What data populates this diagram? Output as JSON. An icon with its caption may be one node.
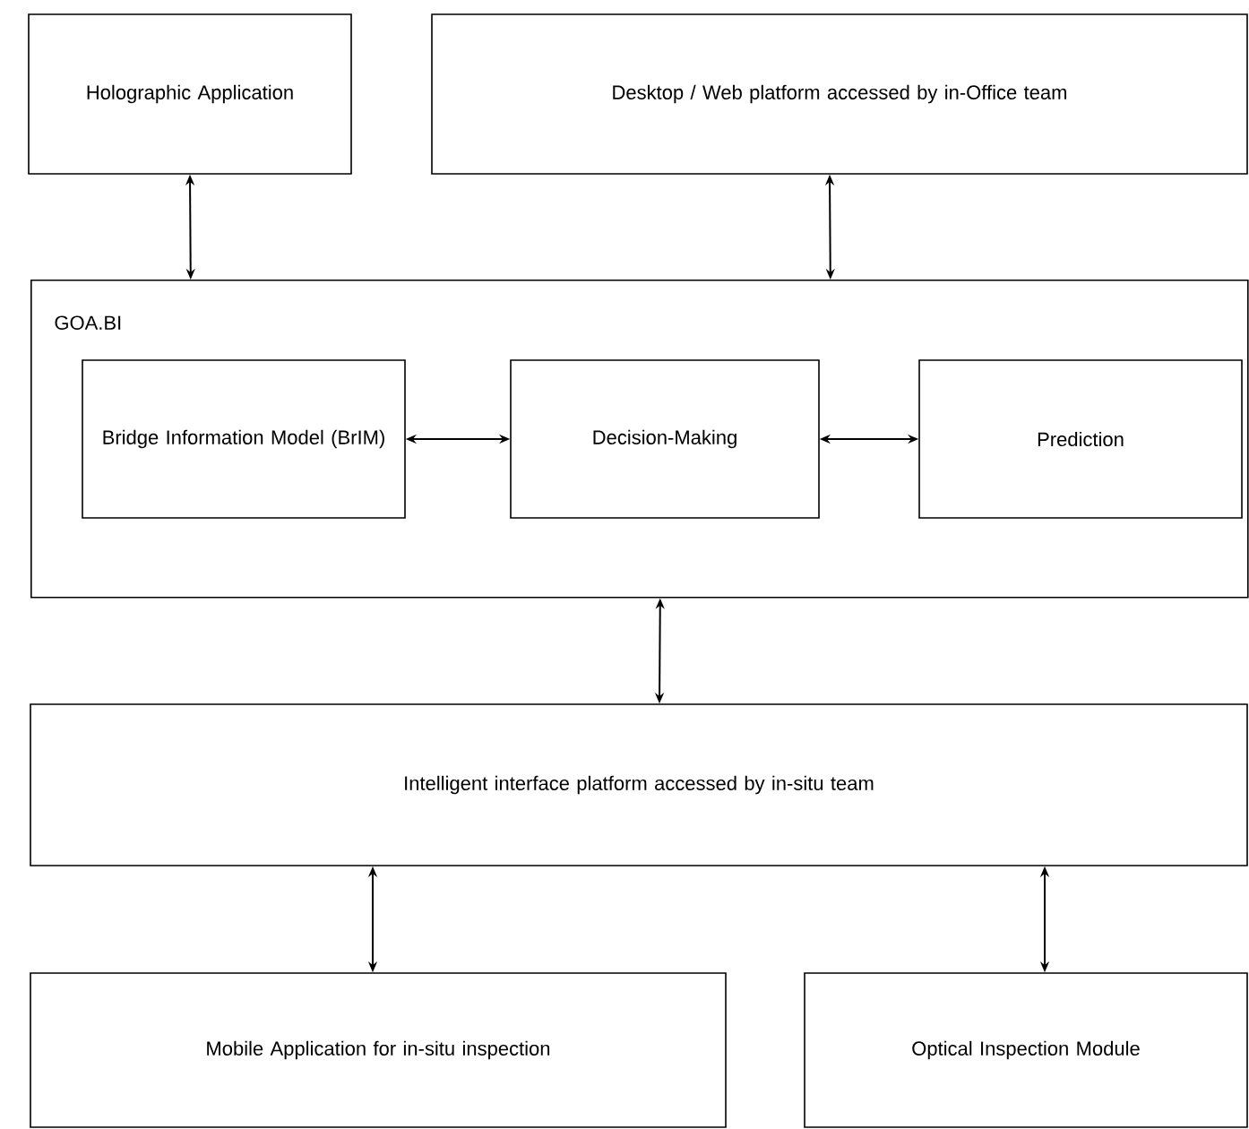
{
  "diagram": {
    "nodes": [
      {
        "text": [
          "Holographic Application"
        ]
      },
      {
        "text": [
          "Desktop / Web platform accessed by in-Office team"
        ]
      },
      {
        "text": [
          "GOA.BI"
        ]
      },
      {
        "text": [
          "Bridge Information Model (BrIM)"
        ],
        "in": 2
      },
      {
        "text": [
          "Decision-Making"
        ],
        "in": 2
      },
      {
        "text": [
          "Prediction"
        ],
        "in": 2
      },
      {
        "text": [
          "Intelligent interface platform accessed by in-situ team"
        ]
      },
      {
        "text": [
          "Mobile Application for in-situ inspection"
        ]
      },
      {
        "text": [
          "Optical Inspection Module"
        ]
      }
    ],
    "edges": [
      {
        "from": 0,
        "to": 2,
        "arrow": "both"
      },
      {
        "from": 1,
        "to": 2,
        "arrow": "both"
      },
      {
        "from": 3,
        "to": 4,
        "arrow": "both"
      },
      {
        "from": 4,
        "to": 5,
        "arrow": "both"
      },
      {
        "from": 2,
        "to": 6,
        "arrow": "both"
      },
      {
        "from": 6,
        "to": 7,
        "arrow": "both"
      },
      {
        "from": 6,
        "to": 8,
        "arrow": "both"
      }
    ]
  }
}
